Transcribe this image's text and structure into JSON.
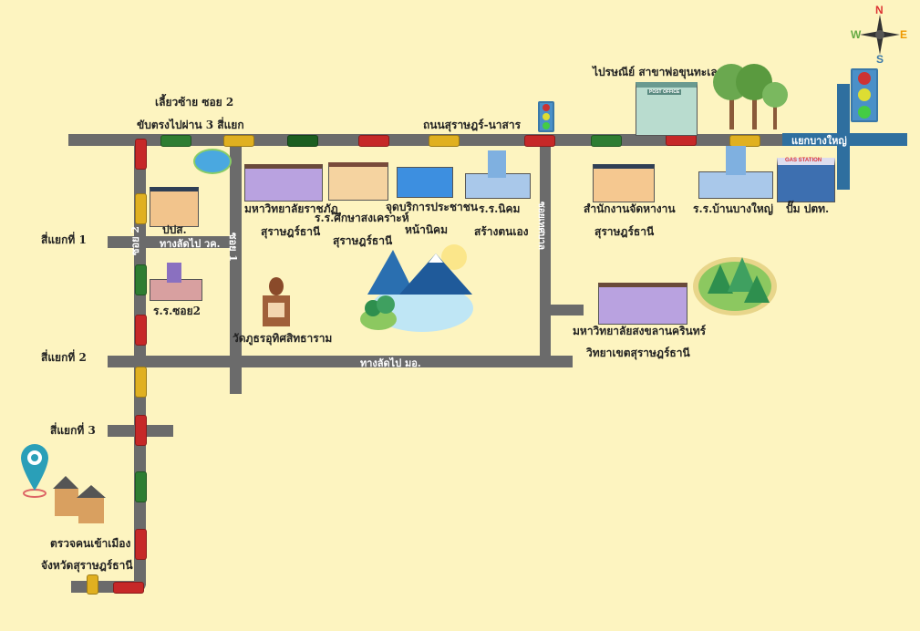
{
  "compass": {
    "n": "N",
    "s": "S",
    "e": "E",
    "w": "W"
  },
  "directions": {
    "line1": "เลี้ยวซ้าย ซอย 2",
    "line2": "ขับตรงไปผ่าน 3 สี่แยก"
  },
  "roads": {
    "main": "ถนนสุราษฎร์-นาสาร",
    "junction": "แยกบางใหญ่",
    "soi1": "ซอย 1",
    "soi2": "ซอย 2",
    "soi_east": "ซอยเทศบาล",
    "shortcut_vc": "ทางลัดไป วค.",
    "shortcut_mo": "ทางลัดไป มอ."
  },
  "intersections": {
    "first": "สี่แยกที่ 1",
    "second": "สี่แยกที่ 2",
    "third": "สี่แยกที่ 3"
  },
  "places": {
    "pposo": "ปปส.",
    "rajabhat": [
      "มหาวิทยาลัยราชภัฏ",
      "สุราษฎร์ธานี"
    ],
    "welfare_school": [
      "ร.ร.ศึกษาสงเคราะห์",
      "สุราษฎร์ธานี"
    ],
    "service_point": [
      "จุดบริการประชาชน",
      "หน้านิคม"
    ],
    "nikhom_school": [
      "ร.ร.นิคม",
      "สร้างตนเอง"
    ],
    "post_office": "ไปรษณีย์ สาขาพ่อขุนทะเล",
    "post_sign": "POST OFFICE",
    "employment_office": [
      "สำนักงานจัดหางาน",
      "สุราษฎร์ธานี"
    ],
    "bang_yai_school": "ร.ร.บ้านบางใหญ่",
    "gas_station": "ปั๊ม ปตท.",
    "gas_sign": "GAS STATION",
    "soi2_school": "ร.ร.ซอย2",
    "temple": "วัดภูธรอุทิศสิทธาราม",
    "psu": [
      "มหาวิทยาลัยสงขลานครินทร์",
      "วิทยาเขตสุราษฎร์ธานี"
    ],
    "immigration": [
      "ตรวจคนเข้าเมือง",
      "จังหวัดสุราษฎร์ธานี"
    ]
  },
  "colors": {
    "background": "#fdf4c0",
    "road": "#6b6b6b",
    "blue_road": "#2f6f9f",
    "pin": "#2a9fb8"
  }
}
